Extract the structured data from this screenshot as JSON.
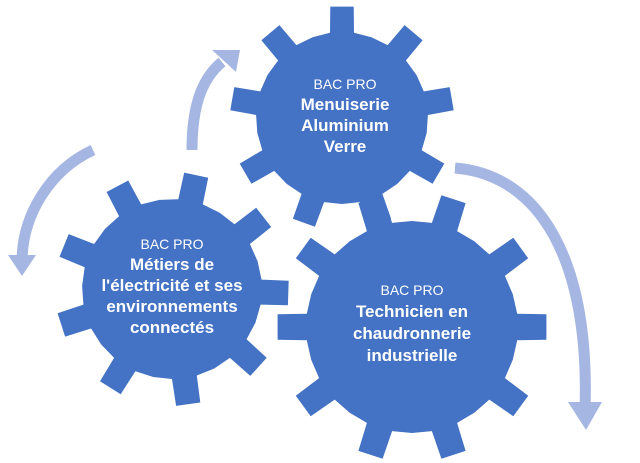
{
  "colors": {
    "gear": "#4472C4",
    "arrow": "#A6B6E3",
    "text": "#FFFFFF",
    "background": "#FFFFFF"
  },
  "gears": [
    {
      "kicker": "BAC PRO",
      "lines": [
        "Menuiserie",
        "Aluminium",
        "Verre"
      ]
    },
    {
      "kicker": "BAC PRO",
      "lines": [
        "Métiers de",
        "l'électricité et ses",
        "environnements",
        "connectés"
      ]
    },
    {
      "kicker": "BAC PRO",
      "lines": [
        "Technicien en",
        "chaudronnerie",
        "industrielle"
      ]
    }
  ]
}
